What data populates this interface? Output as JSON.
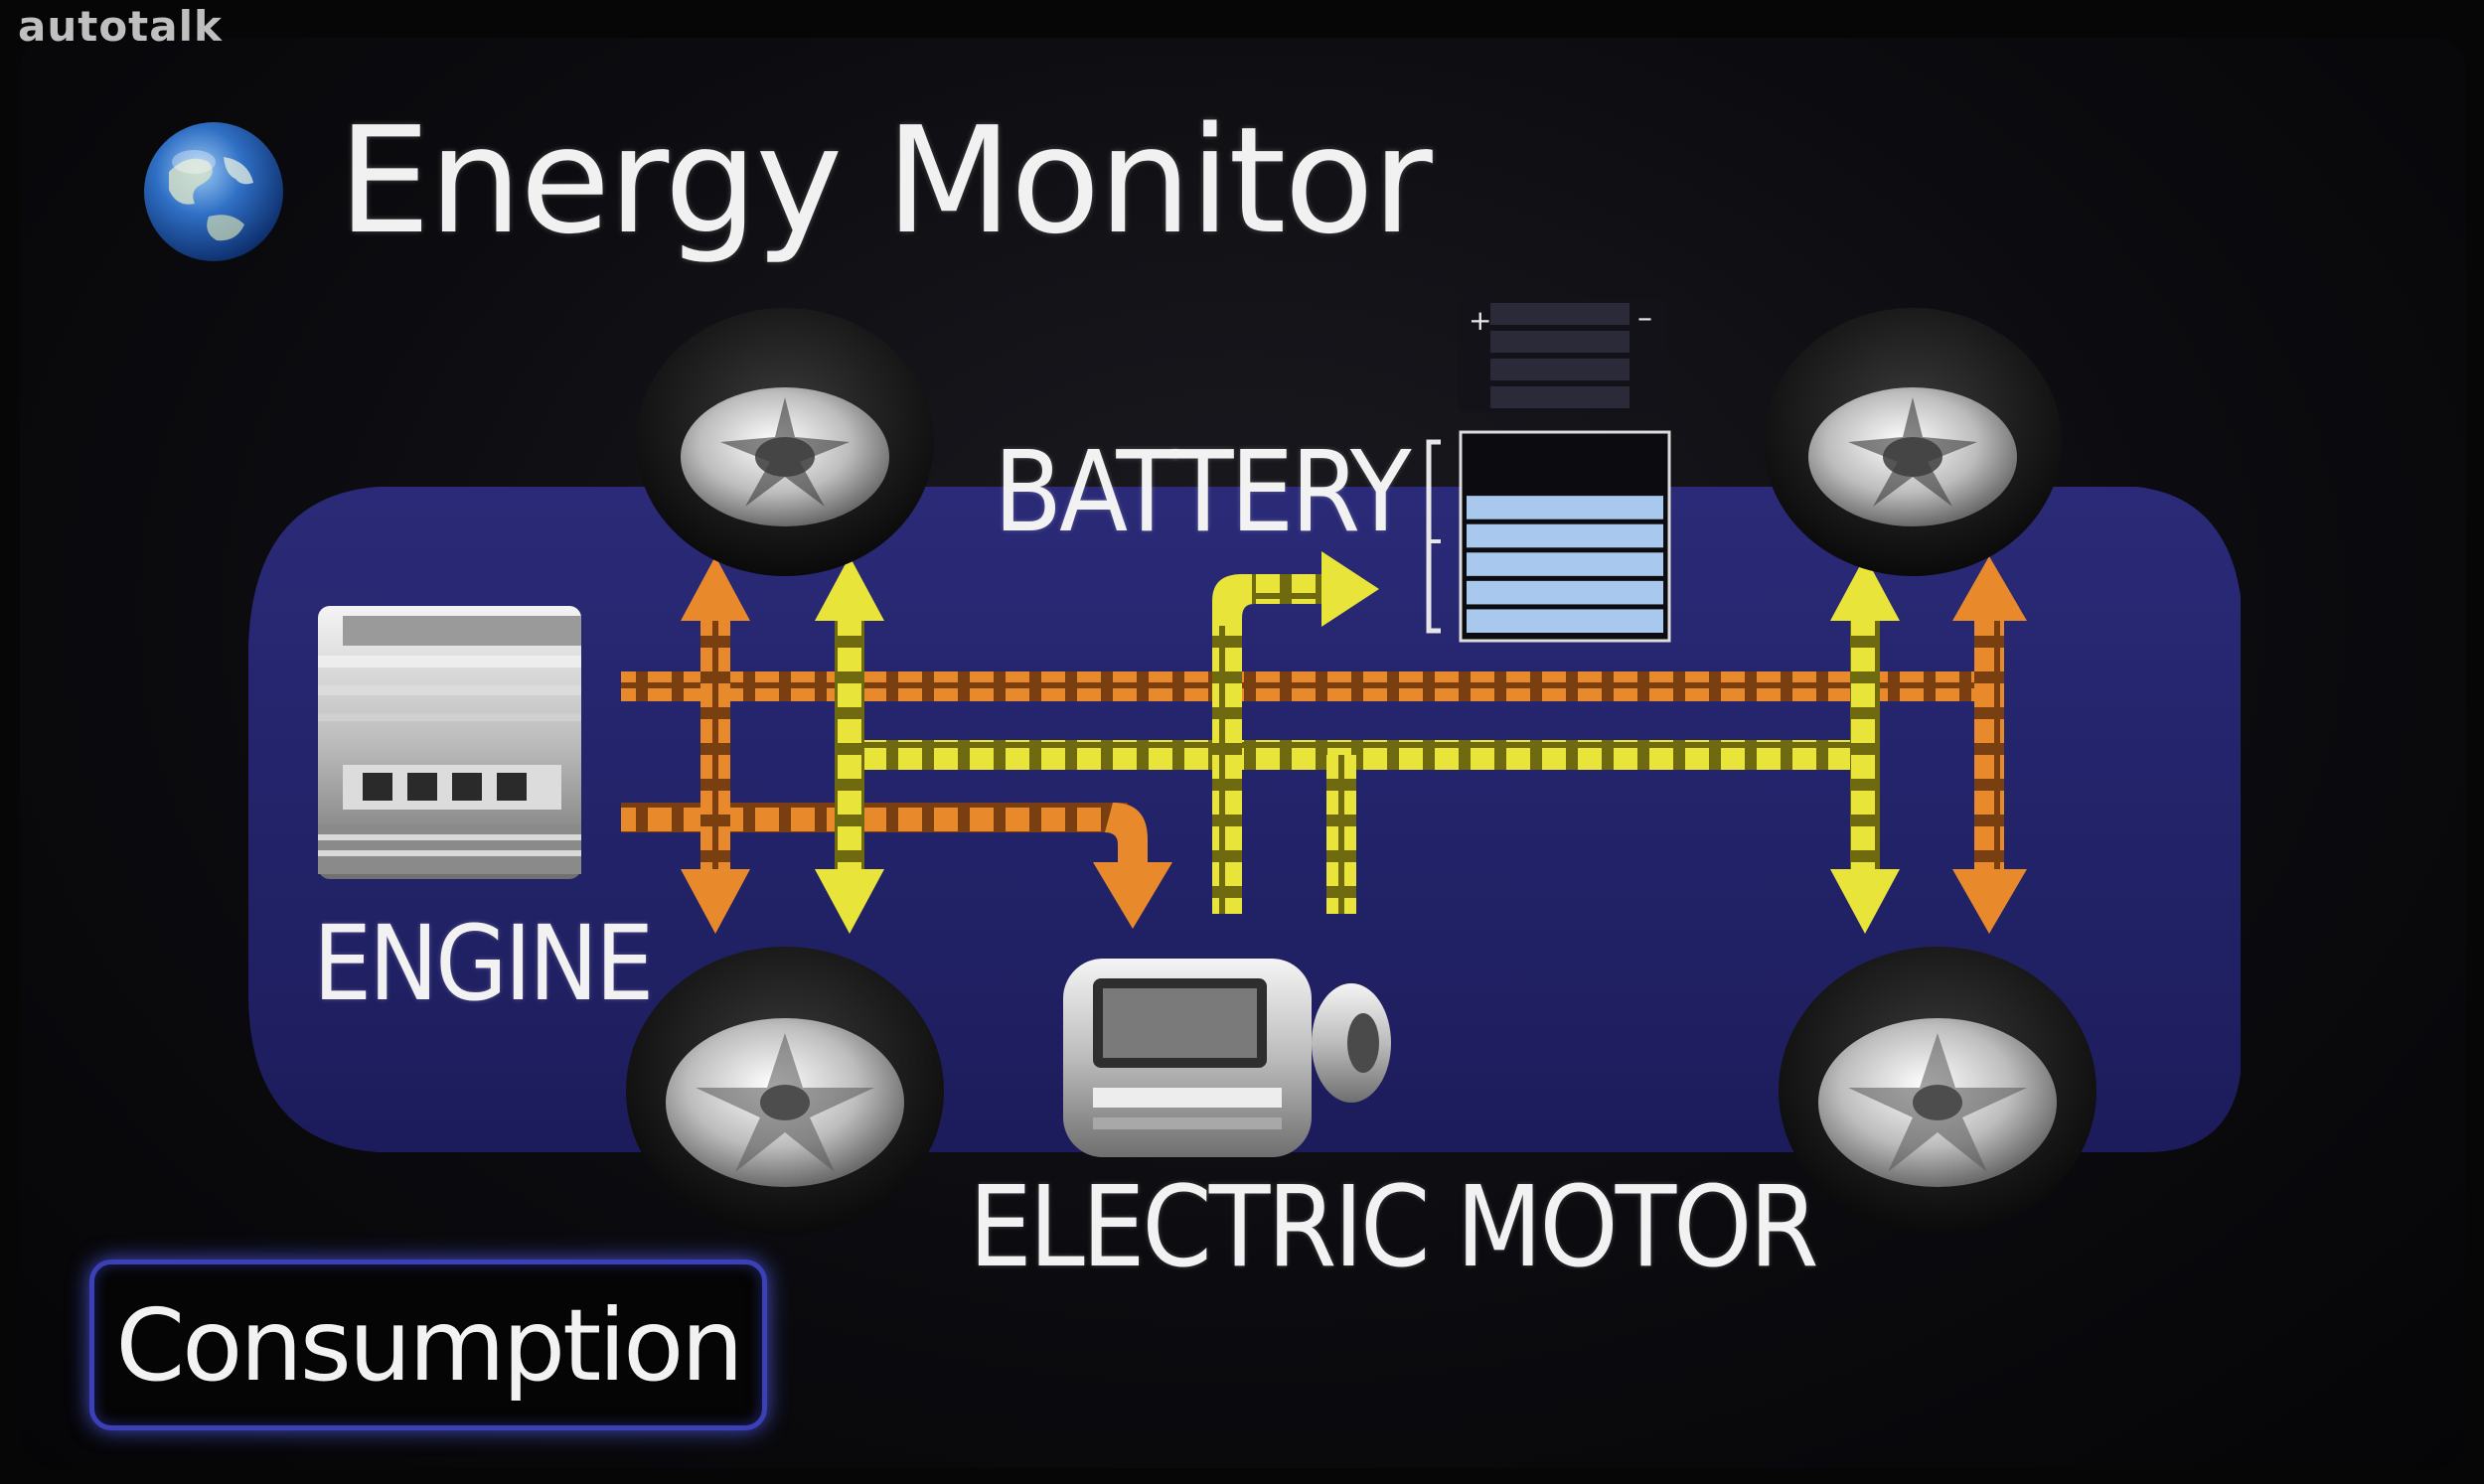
{
  "watermark": "autotalk",
  "header": {
    "title": "Energy Monitor"
  },
  "diagram": {
    "labels": {
      "battery": "BATTERY",
      "engine": "ENGINE",
      "electric_motor": "ELECTRIC MOTOR"
    },
    "battery_level": {
      "filled_segments": 5,
      "total_segments": 7
    },
    "colors": {
      "vehicle_body": "#23236b",
      "engine_flow": "#e88a2b",
      "electric_flow": "#e8e43a",
      "battery_fill": "#a9c8ee"
    }
  },
  "controls": {
    "consumption_label": "Consumption"
  },
  "icons": [
    "globe-icon",
    "battery-icon",
    "engine-icon",
    "electric-motor-icon",
    "wheel-icon"
  ]
}
